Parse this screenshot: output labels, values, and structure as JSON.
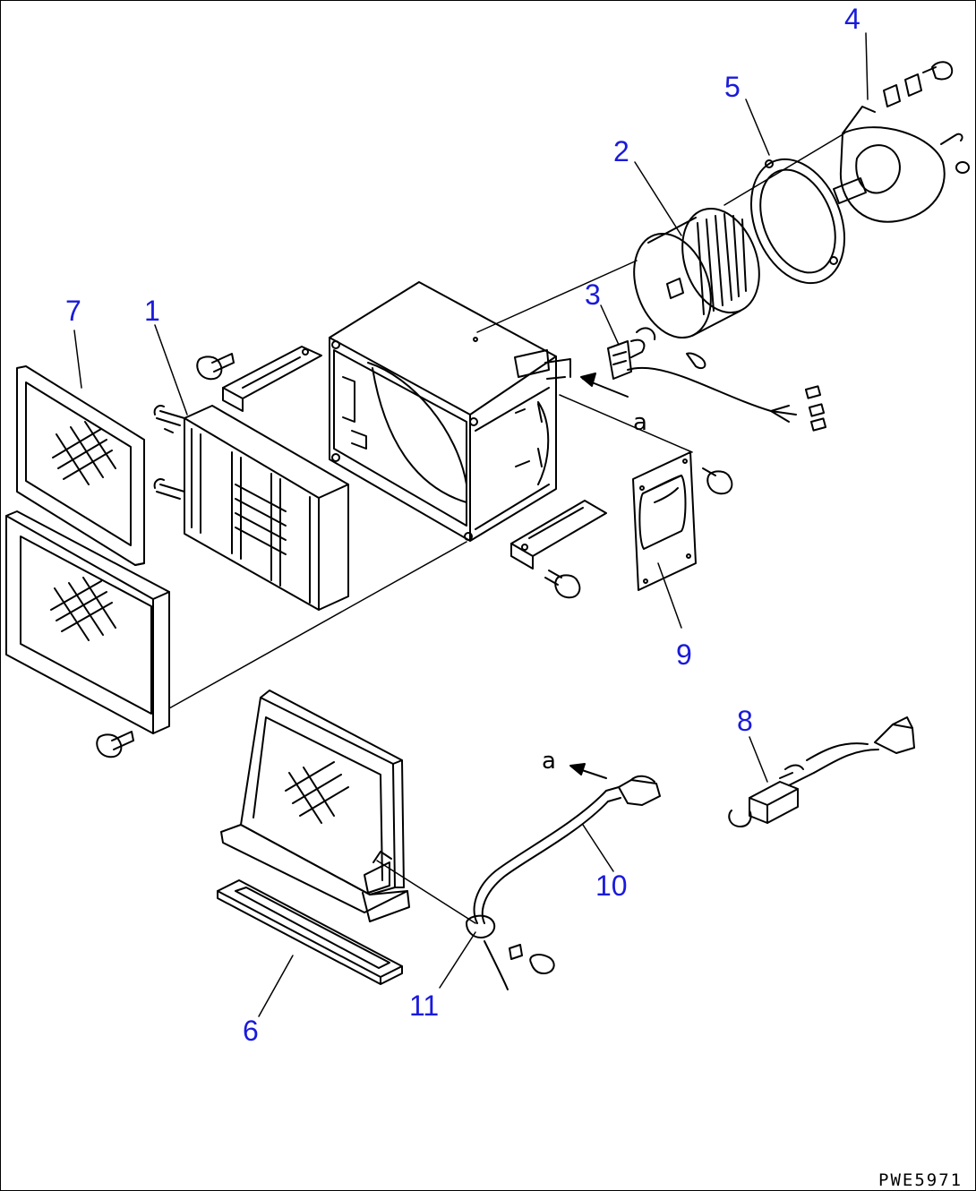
{
  "drawing": {
    "code": "PWE5971"
  },
  "callouts": {
    "c1": "1",
    "c2": "2",
    "c3": "3",
    "c4": "4",
    "c5": "5",
    "c6": "6",
    "c7": "7",
    "c8": "8",
    "c9": "9",
    "c10": "10",
    "c11": "11"
  },
  "view_labels": {
    "a_top": "a",
    "a_bottom": "a"
  },
  "colors": {
    "callout": "#1a1adc",
    "line": "#000000",
    "background": "#ffffff"
  }
}
